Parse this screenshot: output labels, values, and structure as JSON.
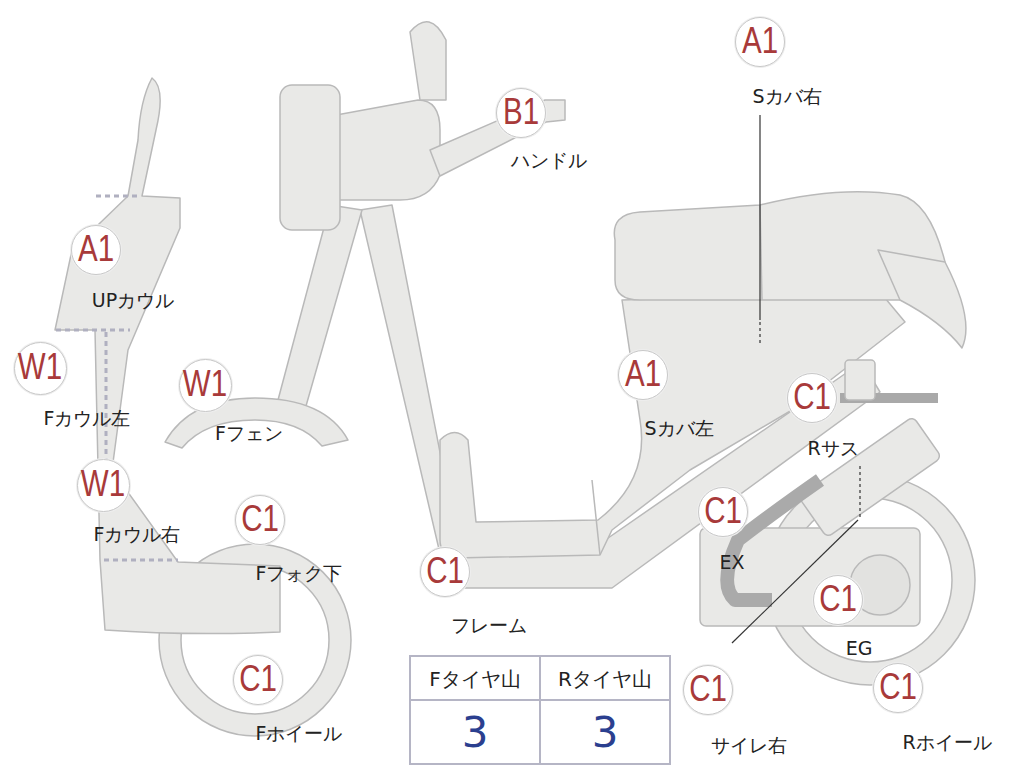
{
  "diagram": {
    "nodes": [
      {
        "text": [
          "A1",
          "Sカバ右"
        ]
      },
      {
        "text": [
          "B1",
          "ハンドル"
        ]
      },
      {
        "text": [
          "A1",
          "UPカウル"
        ]
      },
      {
        "text": [
          "W1",
          "Fカウル左"
        ]
      },
      {
        "text": [
          "W1",
          "Fフェン"
        ]
      },
      {
        "text": [
          "A1",
          "Sカバ左"
        ]
      },
      {
        "text": [
          "C1",
          "Rサス"
        ]
      },
      {
        "text": [
          "W1",
          "Fカウル右"
        ]
      },
      {
        "text": [
          "C1",
          "Fフォク下"
        ]
      },
      {
        "text": [
          "C1",
          "EX"
        ]
      },
      {
        "text": [
          "C1",
          "フレーム"
        ]
      },
      {
        "text": [
          "C1",
          "EG"
        ]
      },
      {
        "text": [
          "C1",
          "Fホイール"
        ]
      },
      {
        "text": [
          "C1",
          "サイレ右"
        ]
      },
      {
        "text": [
          "C1",
          "Rホイール"
        ]
      }
    ],
    "labels": [
      "Fタイヤ山",
      "Rタイヤ山",
      "3",
      "3"
    ]
  }
}
